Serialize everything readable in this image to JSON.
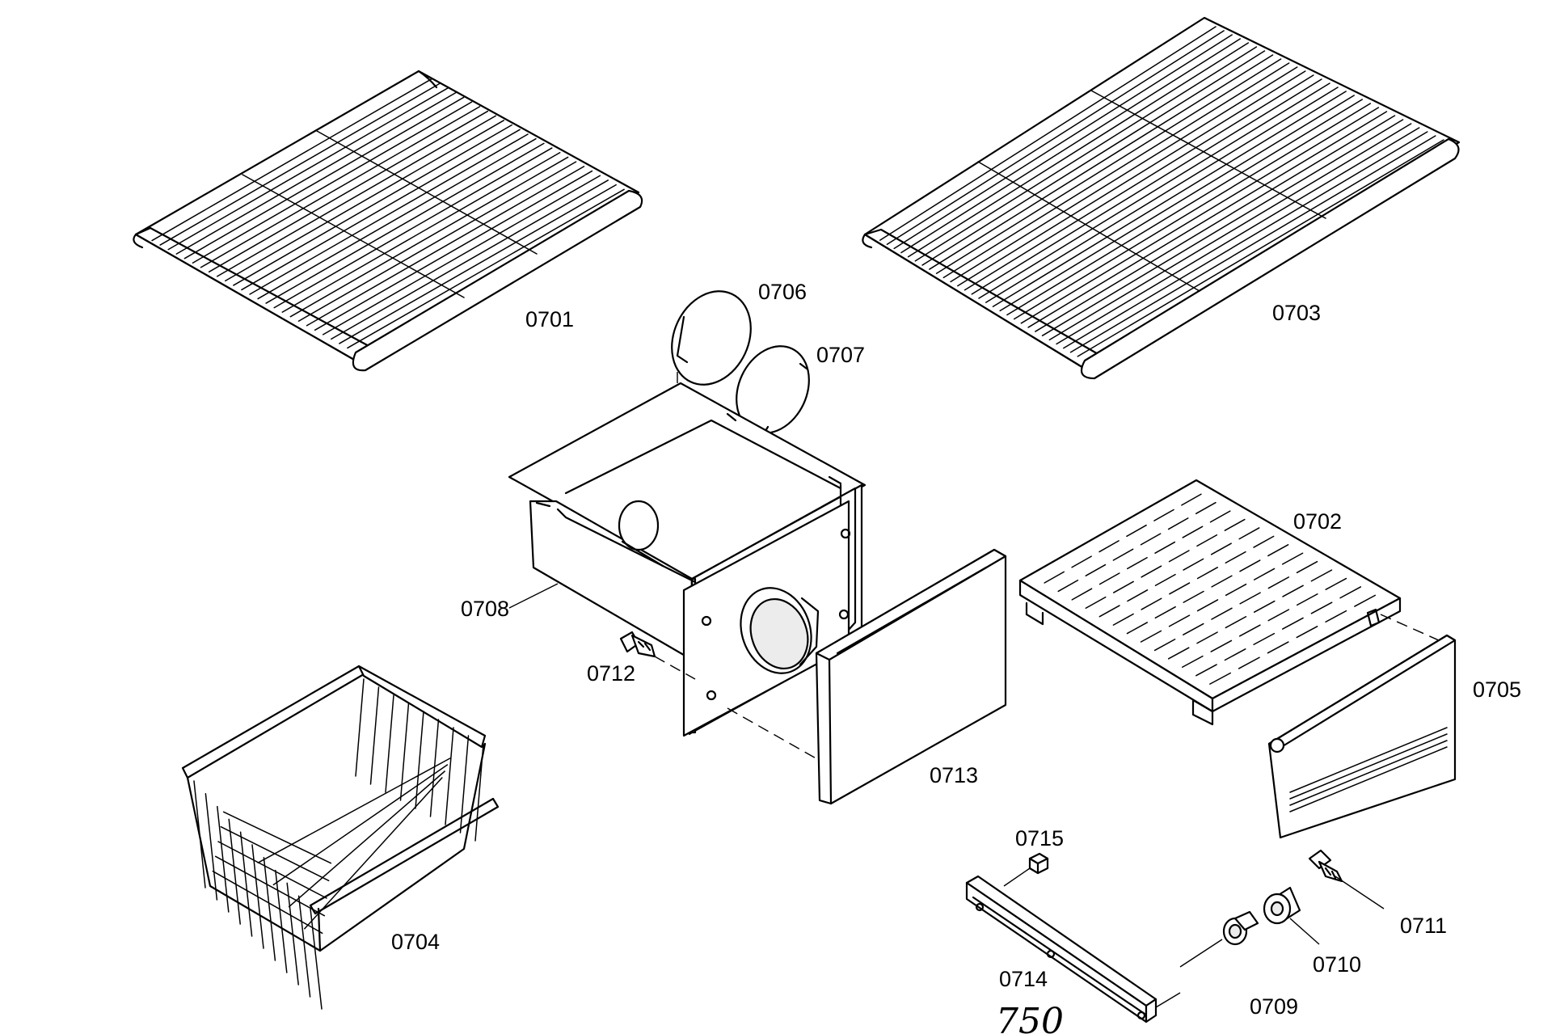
{
  "diagram": {
    "parts": [
      {
        "id": "0701",
        "label": "0701"
      },
      {
        "id": "0702",
        "label": "0702"
      },
      {
        "id": "0703",
        "label": "0703"
      },
      {
        "id": "0704",
        "label": "0704"
      },
      {
        "id": "0705",
        "label": "0705"
      },
      {
        "id": "0706",
        "label": "0706"
      },
      {
        "id": "0707",
        "label": "0707"
      },
      {
        "id": "0708",
        "label": "0708"
      },
      {
        "id": "0709",
        "label": "0709"
      },
      {
        "id": "0710",
        "label": "0710"
      },
      {
        "id": "0711",
        "label": "0711"
      },
      {
        "id": "0712",
        "label": "0712"
      },
      {
        "id": "0713",
        "label": "0713"
      },
      {
        "id": "0714",
        "label": "0714"
      },
      {
        "id": "0715",
        "label": "0715"
      }
    ],
    "handwritten_note": "750"
  }
}
